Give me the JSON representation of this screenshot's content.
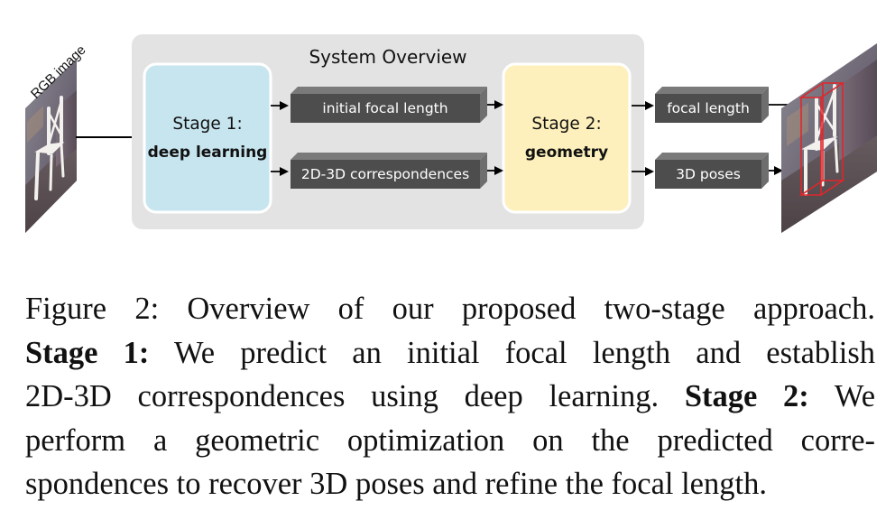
{
  "diagram": {
    "title": "System Overview",
    "input_label": "RGB image",
    "stage1": {
      "line1": "Stage 1:",
      "line2": "deep learning",
      "color": "#c7e5ef"
    },
    "stage2": {
      "line1": "Stage 2:",
      "line2": "geometry",
      "color": "#fdf0bc"
    },
    "intermediate": {
      "top": "initial focal length",
      "bottom": "2D-3D correspondences"
    },
    "outputs": {
      "top": "focal length",
      "bottom": "3D poses"
    },
    "colors": {
      "panel": "#e3e3e3",
      "bar": "#4d4d4d",
      "bar_side": "#6e6e6e",
      "bar_top": "#7a7a7a",
      "bbox": "#e0262b"
    }
  },
  "caption": {
    "line1": "Figure 2:  Overview of our proposed two-stage approach.",
    "line2_bold": "Stage 1:",
    "line2_rest": "  We predict an initial focal length and establish",
    "line3_pre": "2D-3D correspondences using deep learning. ",
    "line3_bold": "Stage 2:",
    "line3_rest": " We",
    "line4": "perform a geometric optimization on the predicted corre-",
    "line5": "spondences to recover 3D poses and refine the focal length."
  }
}
